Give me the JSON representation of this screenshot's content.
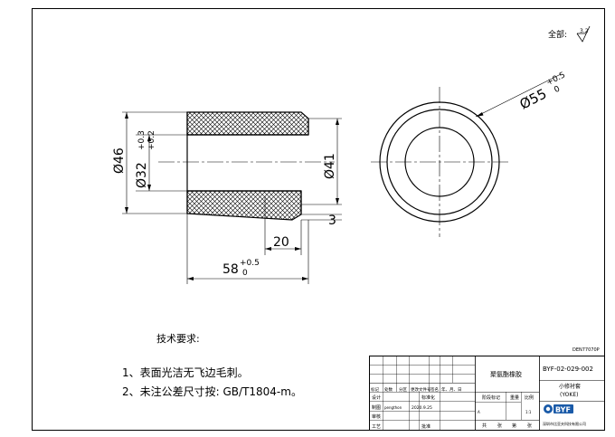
{
  "roughness": {
    "label": "全部:",
    "value": "3.2"
  },
  "dims": {
    "outer_dia": "Ø46",
    "bore_dia": "Ø32",
    "bore_tol_upper": "+0.3",
    "bore_tol_lower": "+0.2",
    "right_dia": "Ø41",
    "chamfer": "3",
    "taper_len": "20",
    "total_len": "58",
    "len_tol_upper": "+0.5",
    "len_tol_lower": "0",
    "circle_dia": "Ø55",
    "circle_tol_upper": "+0.5",
    "circle_tol_lower": "0"
  },
  "notes": {
    "title": "技术要求:",
    "items": [
      "1、表面光洁无飞边毛刺。",
      "2、未注公差尺寸按: GB/T1804-m。"
    ]
  },
  "title_block": {
    "doc_code": "DEN77070P",
    "material": "聚氨酯橡胶",
    "drawing_no": "BYF-02-029-002",
    "part_name": "小修衬套",
    "part_name_en": "(YOKE)",
    "rev_headers": [
      "标记",
      "处数",
      "分区",
      "更改文件号",
      "签名",
      "年、月、日"
    ],
    "row_labels": [
      "设计",
      "制图",
      "审核",
      "工艺"
    ],
    "designer": "pengthon",
    "date": "2020.9.25",
    "std_label": "标准化",
    "approve_label": "批准",
    "stage_label": "阶段标记",
    "weight_label": "重量",
    "scale_label": "比例",
    "scale_prefix": "A",
    "scale_value": "1:1",
    "sheets": [
      "共",
      "张",
      "第",
      "张"
    ],
    "logo": "BYF",
    "company": "深圳市比亚夫科技有限公司"
  }
}
